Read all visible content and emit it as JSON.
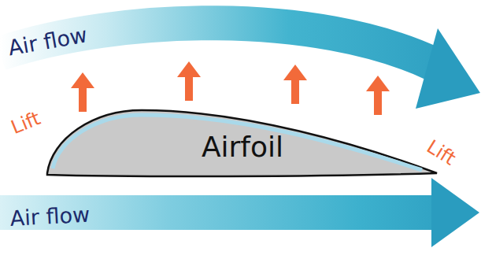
{
  "diagram": {
    "nodes": [
      {
        "text": [
          "Airfoil"
        ]
      }
    ],
    "labels": [
      "Air flow",
      "Lift",
      "Lift",
      "Air flow"
    ]
  }
}
